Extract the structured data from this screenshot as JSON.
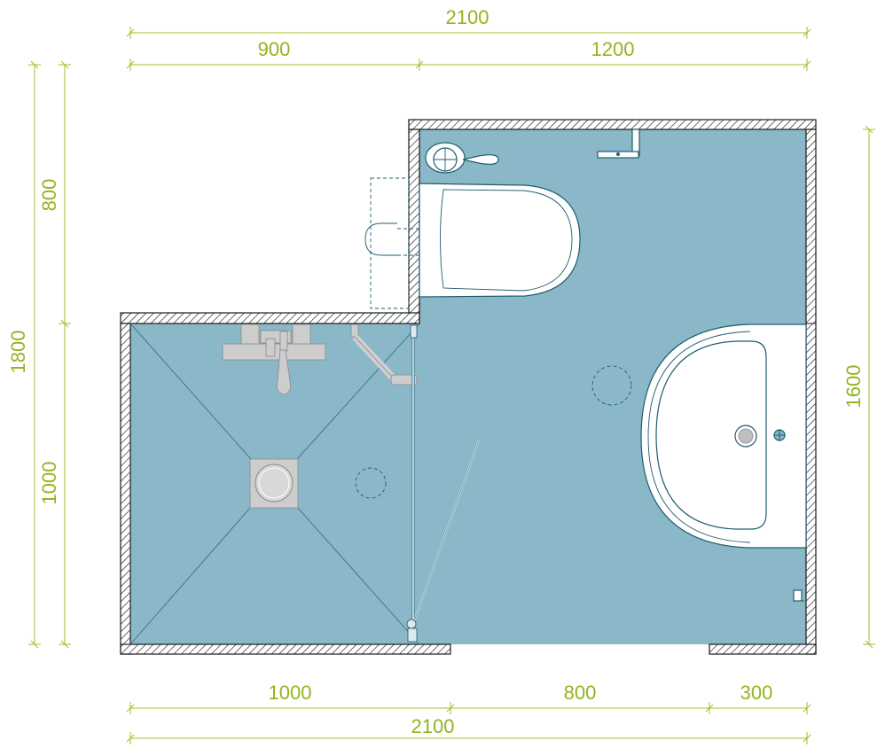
{
  "dimensions": {
    "top_total": "2100",
    "top_left": "900",
    "top_right": "1200",
    "left_total": "1800",
    "left_upper": "800",
    "left_lower": "1000",
    "right_height": "1600",
    "bottom_left": "1000",
    "bottom_door": "800",
    "bottom_right": "300",
    "bottom_total": "2100"
  },
  "colors": {
    "floor": "#8ab8c8",
    "dimension": "#93b41e",
    "wall_outline": "#1a1a1a",
    "fixture_outline": "#1f5d70"
  },
  "fixtures": [
    "wall-hung-toilet",
    "washbasin",
    "shower-mixer",
    "shower-drain",
    "glass-shower-screen",
    "towel-holder",
    "toilet-paper-holder",
    "cistern-flush-plate"
  ]
}
